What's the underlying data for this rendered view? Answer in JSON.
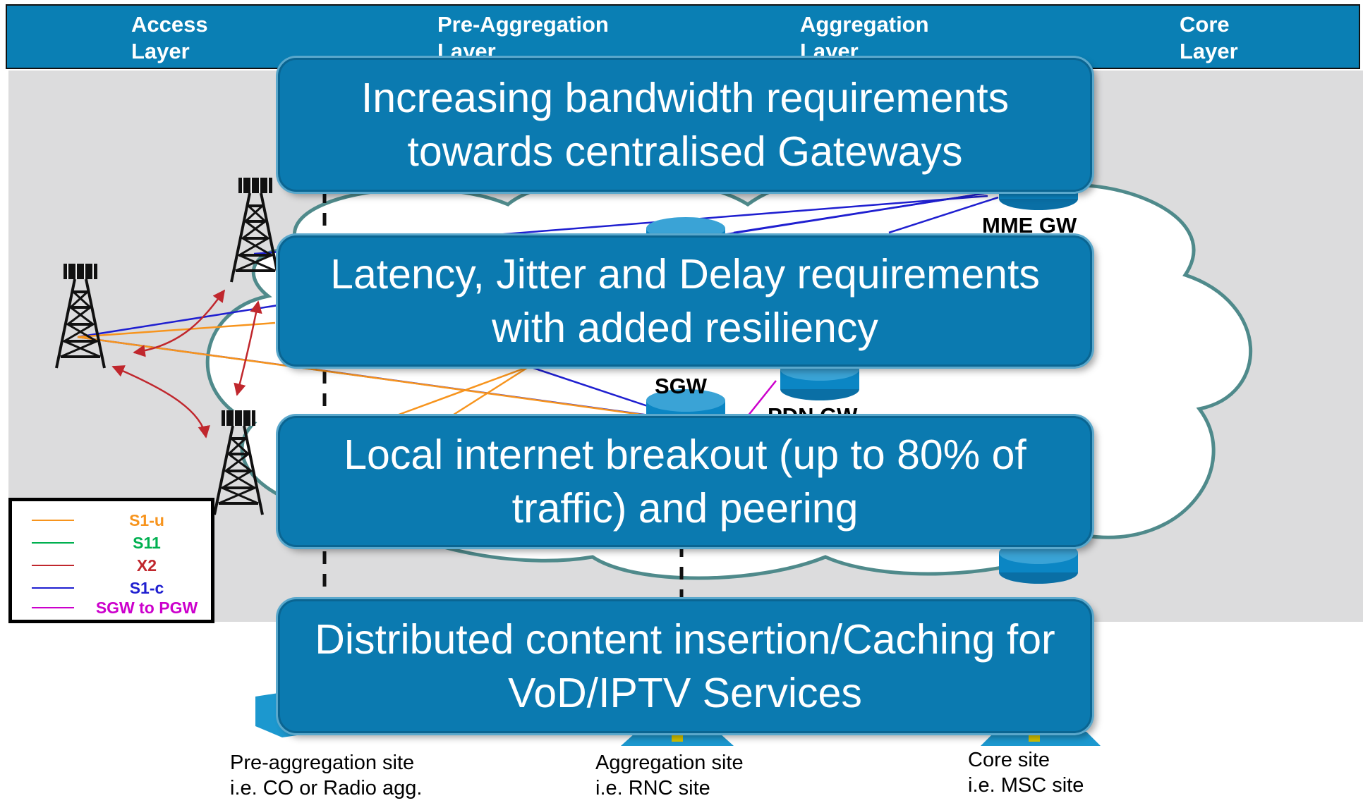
{
  "layers": [
    {
      "title": "Access\nLayer"
    },
    {
      "title": "Pre-Aggregation\nLayer"
    },
    {
      "title": "Aggregation\nLayer"
    },
    {
      "title": "Core\nLayer"
    }
  ],
  "nodes": {
    "mme_gw": "MME GW",
    "sgw": "SGW",
    "pdn_gw": "PDN GW"
  },
  "callouts": [
    {
      "text": "Increasing bandwidth requirements towards centralised Gateways"
    },
    {
      "text": "Latency, Jitter and Delay requirements with added resiliency"
    },
    {
      "text": "Local internet breakout (up to 80% of traffic) and peering"
    },
    {
      "text": "Distributed content insertion/Caching for VoD/IPTV Services"
    }
  ],
  "legend": [
    {
      "label": "S1-u",
      "color": "#f7941d"
    },
    {
      "label": "S11",
      "color": "#00b050"
    },
    {
      "label": "X2",
      "color": "#c0272d"
    },
    {
      "label": "S1-c",
      "color": "#1f1fd0"
    },
    {
      "label": "SGW to PGW",
      "color": "#cc00cc"
    }
  ],
  "sites": [
    {
      "text": "Pre-aggregation site\ni.e. CO or Radio agg."
    },
    {
      "text": "Aggregation site\ni.e. RNC site"
    },
    {
      "text": "Core site\ni.e. MSC site"
    }
  ],
  "colors": {
    "header": "#0a7fb4",
    "callout": "#0b7ab0",
    "gray": "#dcdcdd",
    "cloud_stroke": "#4f8a8b"
  }
}
